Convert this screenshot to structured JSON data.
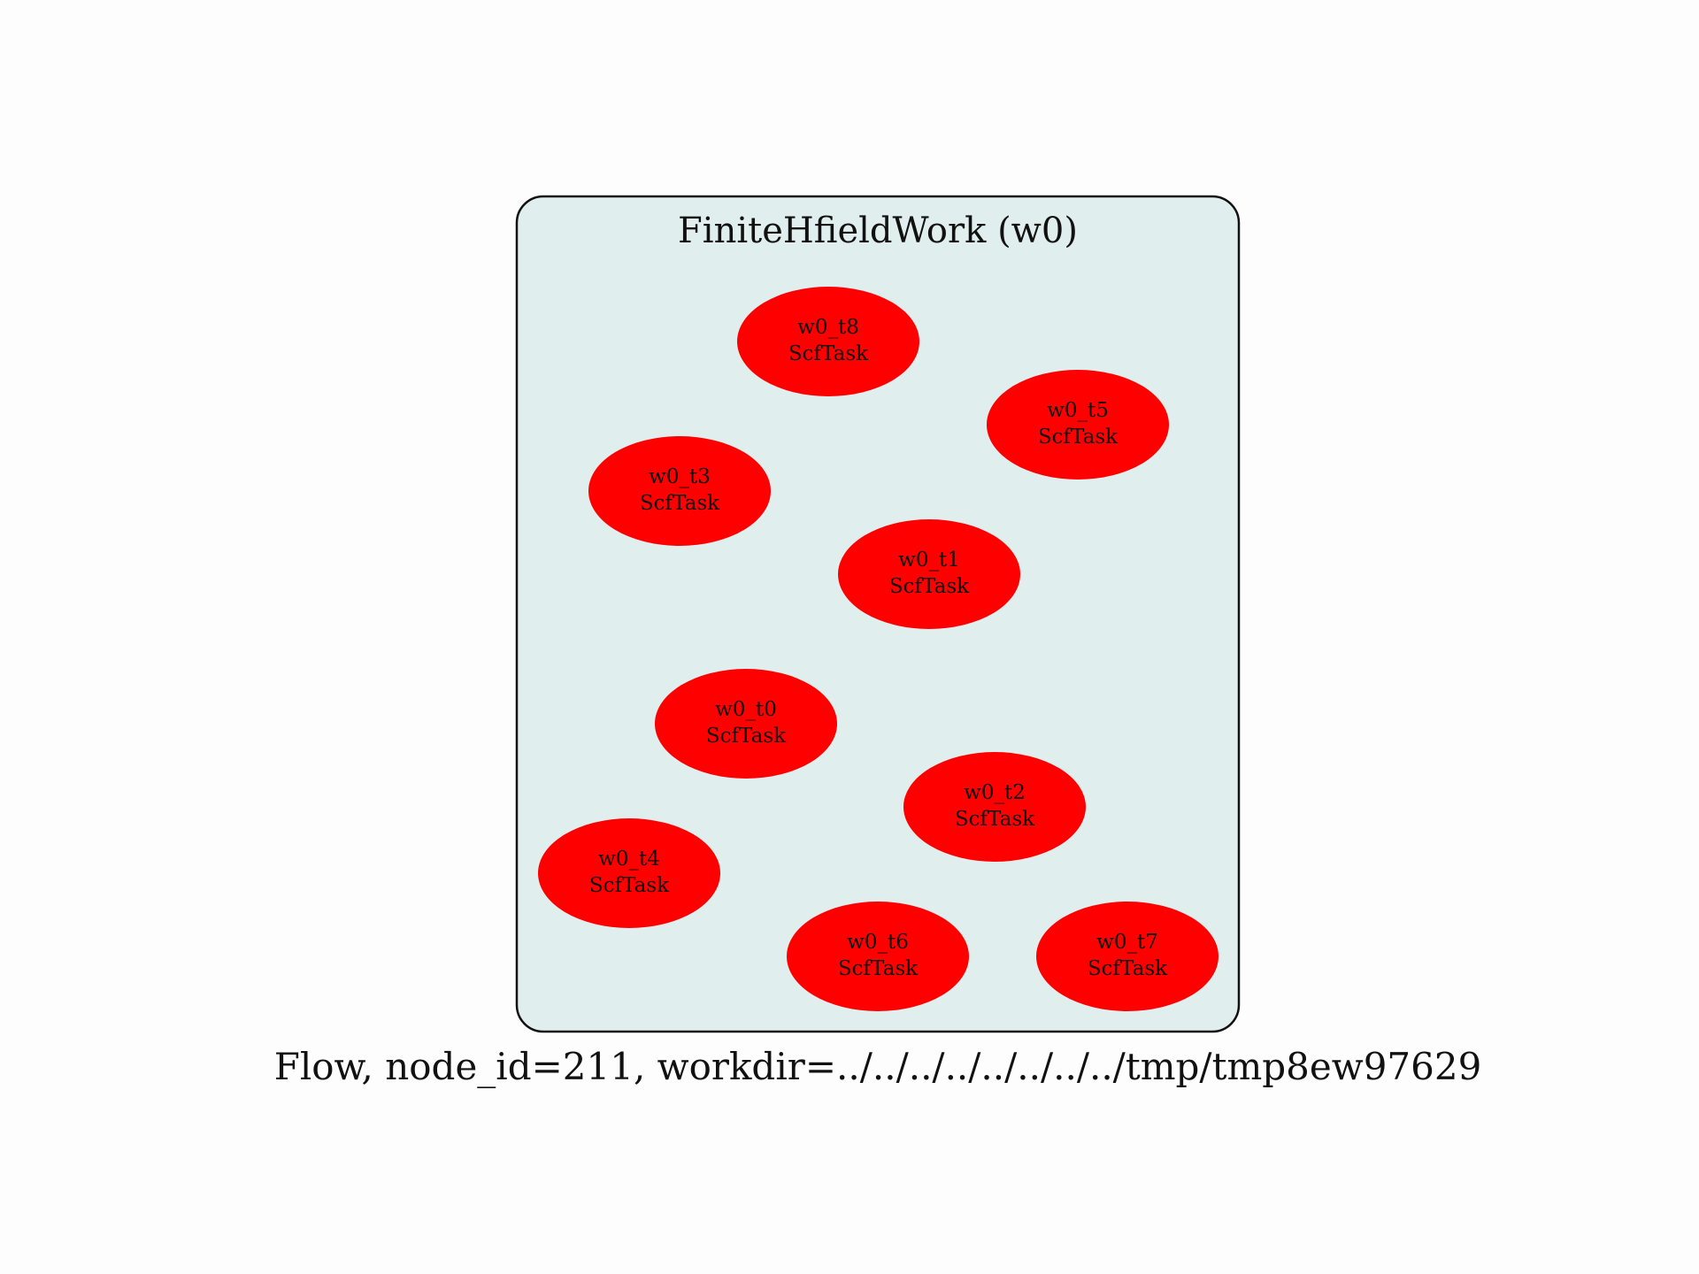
{
  "colors": {
    "background": "#fdfdfd",
    "cluster_fill": "#e0eeee",
    "cluster_stroke": "#111111",
    "node_fill": "#ff0000",
    "text": "#111111"
  },
  "cluster": {
    "title": "FiniteHfieldWork (w0)"
  },
  "caption": "Flow, node_id=211, workdir=../../../../../../../../tmp/tmp8ew97629",
  "nodes": [
    {
      "id": "w0_t8",
      "label": "w0_t8",
      "type": "ScfTask"
    },
    {
      "id": "w0_t5",
      "label": "w0_t5",
      "type": "ScfTask"
    },
    {
      "id": "w0_t3",
      "label": "w0_t3",
      "type": "ScfTask"
    },
    {
      "id": "w0_t1",
      "label": "w0_t1",
      "type": "ScfTask"
    },
    {
      "id": "w0_t0",
      "label": "w0_t0",
      "type": "ScfTask"
    },
    {
      "id": "w0_t2",
      "label": "w0_t2",
      "type": "ScfTask"
    },
    {
      "id": "w0_t4",
      "label": "w0_t4",
      "type": "ScfTask"
    },
    {
      "id": "w0_t6",
      "label": "w0_t6",
      "type": "ScfTask"
    },
    {
      "id": "w0_t7",
      "label": "w0_t7",
      "type": "ScfTask"
    }
  ]
}
